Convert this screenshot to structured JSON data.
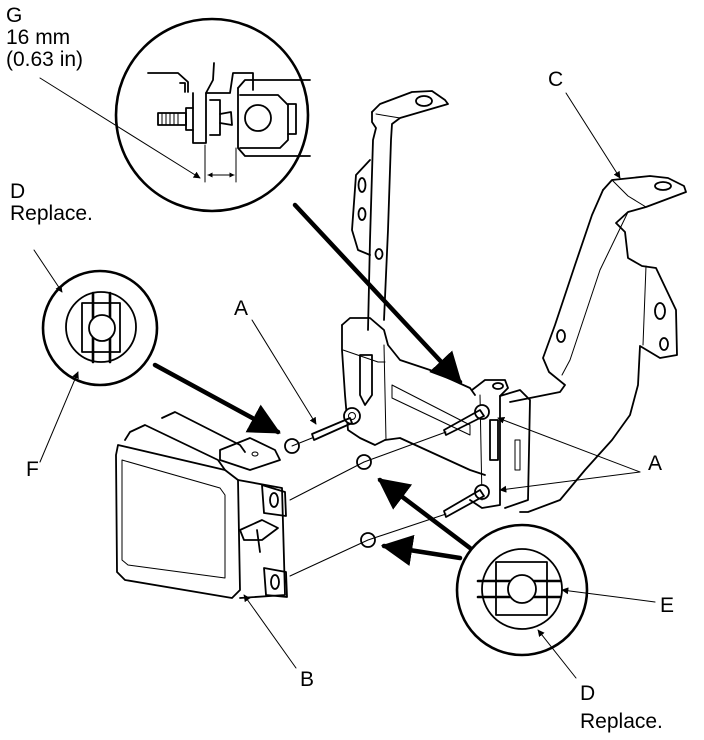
{
  "figure": {
    "type": "exploded-assembly-diagram",
    "colors": {
      "ink": "#000000",
      "paper": "#ffffff"
    }
  },
  "callouts": {
    "G": {
      "letter": "G",
      "lines": [
        "16 mm",
        "(0.63 in)"
      ],
      "part": "clearance dimension"
    },
    "D_left": {
      "letter": "D",
      "lines": [
        "Replace."
      ]
    },
    "D_right": {
      "letter": "D",
      "lines": [
        "Replace."
      ]
    },
    "A_top": {
      "letter": "A"
    },
    "A_right": {
      "letter": "A"
    },
    "B": {
      "letter": "B"
    },
    "C": {
      "letter": "C"
    },
    "E": {
      "letter": "E"
    },
    "F": {
      "letter": "F"
    }
  },
  "detail_views": [
    {
      "id": "detail-G",
      "shows": "bolt clearance measurement"
    },
    {
      "id": "detail-D-left",
      "shows": "clip nut vertical orientation",
      "labels": [
        "D",
        "F"
      ]
    },
    {
      "id": "detail-D-right",
      "shows": "clip nut horizontal orientation",
      "labels": [
        "D",
        "E"
      ]
    }
  ]
}
